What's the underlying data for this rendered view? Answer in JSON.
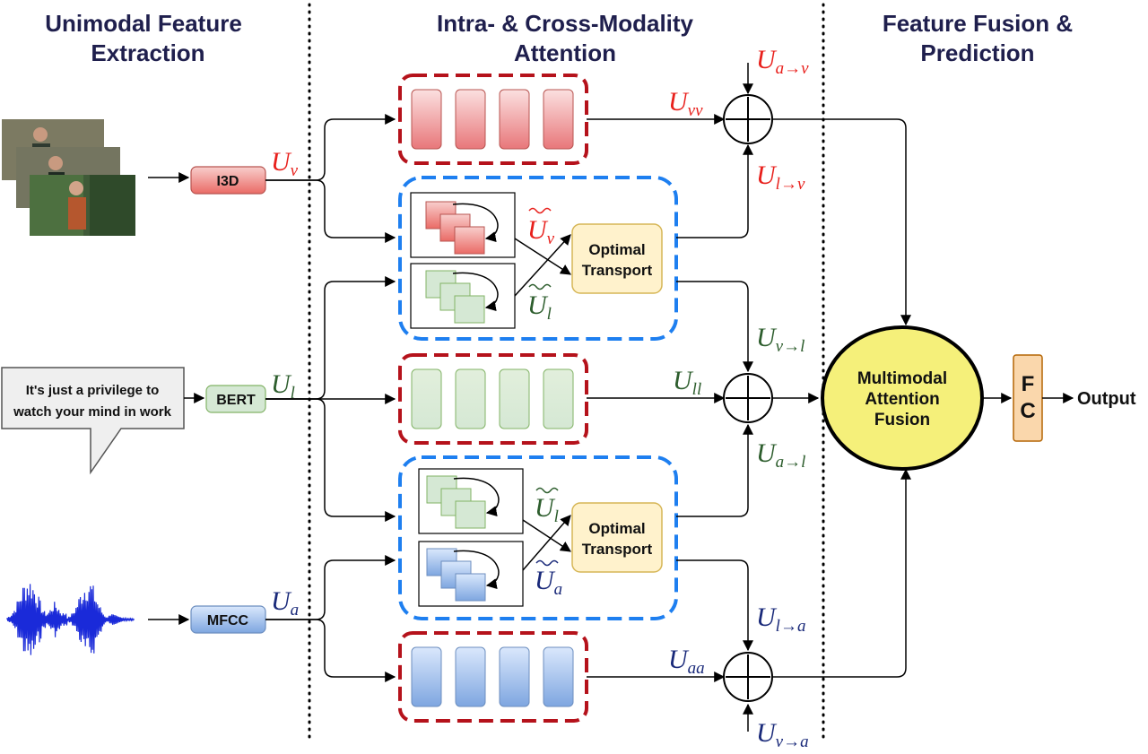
{
  "sections": {
    "extraction": [
      "Unimodal Feature",
      "Extraction"
    ],
    "attention": [
      "Intra- & Cross-Modality",
      "Attention"
    ],
    "fusion": [
      "Feature Fusion &",
      "Prediction"
    ]
  },
  "encoders": {
    "video": "I3D",
    "text": "BERT",
    "audio": "MFCC"
  },
  "utterance": [
    "It's just a privilege to",
    "watch your mind in work"
  ],
  "features": {
    "video": {
      "base": "U",
      "sub": "v"
    },
    "text": {
      "base": "U",
      "sub": "l"
    },
    "audio": {
      "base": "U",
      "sub": "a"
    }
  },
  "intra": {
    "vv": {
      "base": "U",
      "sub": "vv"
    },
    "ll": {
      "base": "U",
      "sub": "ll"
    },
    "aa": {
      "base": "U",
      "sub": "aa"
    }
  },
  "ot_tokens": {
    "top_v": {
      "base": "U",
      "sub": "v"
    },
    "top_l": {
      "base": "U",
      "sub": "l"
    },
    "bot_l": {
      "base": "U",
      "sub": "l"
    },
    "bot_a": {
      "base": "U",
      "sub": "a"
    }
  },
  "optimal_transport": [
    "Optimal",
    "Transport"
  ],
  "cross": {
    "a_to_v": {
      "base": "U",
      "sub": "a→v"
    },
    "l_to_v": {
      "base": "U",
      "sub": "l→v"
    },
    "v_to_l": {
      "base": "U",
      "sub": "v→l"
    },
    "a_to_l": {
      "base": "U",
      "sub": "a→l"
    },
    "l_to_a": {
      "base": "U",
      "sub": "l→a"
    },
    "v_to_a": {
      "base": "U",
      "sub": "v→a"
    }
  },
  "fusion_block": [
    "Multimodal",
    "Attention",
    "Fusion"
  ],
  "fc": [
    "F",
    "C"
  ],
  "output": "Output",
  "colors": {
    "video": "#e8201c",
    "text": "#2e5e2e",
    "audio": "#1a2a7a",
    "red_dash": "#b5121b",
    "blue_dash": "#1e7ff0",
    "fusion_fill": "#f5f07a",
    "ot_fill": "#fff2cc",
    "ot_stroke": "#d6b656",
    "fc_fill": "#fad7ac",
    "fc_stroke": "#b46504"
  }
}
